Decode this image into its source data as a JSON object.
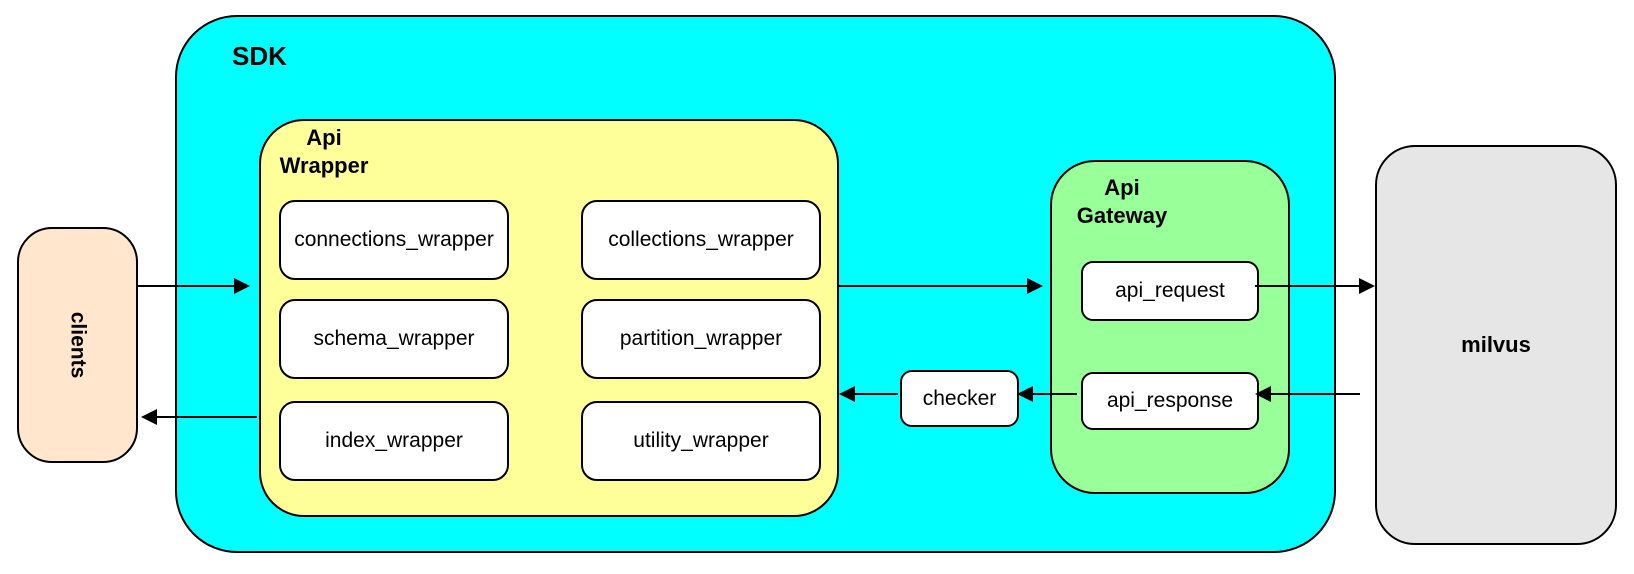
{
  "diagram": {
    "clients": {
      "label": "clients"
    },
    "sdk": {
      "label": "SDK"
    },
    "api_wrapper": {
      "label_line1": "Api",
      "label_line2": "Wrapper",
      "boxes": [
        {
          "label": "connections_wrapper"
        },
        {
          "label": "collections_wrapper"
        },
        {
          "label": "schema_wrapper"
        },
        {
          "label": "partition_wrapper"
        },
        {
          "label": "index_wrapper"
        },
        {
          "label": "utility_wrapper"
        }
      ]
    },
    "checker": {
      "label": "checker"
    },
    "api_gateway": {
      "label_line1": "Api",
      "label_line2": "Gateway",
      "boxes": [
        {
          "label": "api_request"
        },
        {
          "label": "api_response"
        }
      ]
    },
    "milvus": {
      "label": "milvus"
    }
  },
  "colors": {
    "page-bg": "#ffffff",
    "sdk-fill": "#00ffff",
    "api-wrapper-fill": "#ffff99",
    "api-gateway-fill": "#99ff99",
    "clients-fill": "#ffe6cc",
    "milvus-fill": "#e6e6e6",
    "box-fill": "#ffffff",
    "border": "#000000",
    "arrow": "#000000",
    "text": "#000000"
  }
}
